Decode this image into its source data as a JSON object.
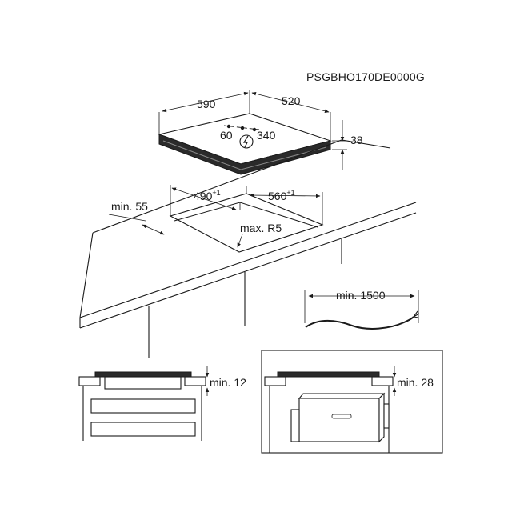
{
  "model_code": "PSGBHO170DE0000G",
  "hob": {
    "width": "590",
    "depth": "520",
    "height": "38",
    "cable_min": "60",
    "cable_max": "340"
  },
  "cutout": {
    "width": "490",
    "width_tol": "+1",
    "depth": "560",
    "depth_tol": "+1",
    "edge_min": "min. 55",
    "radius": "max. R5"
  },
  "cable_length": "min. 1500",
  "clearance_drawer": "min. 12",
  "clearance_oven": "min. 28",
  "icons": {
    "power": "power-connection-icon"
  }
}
